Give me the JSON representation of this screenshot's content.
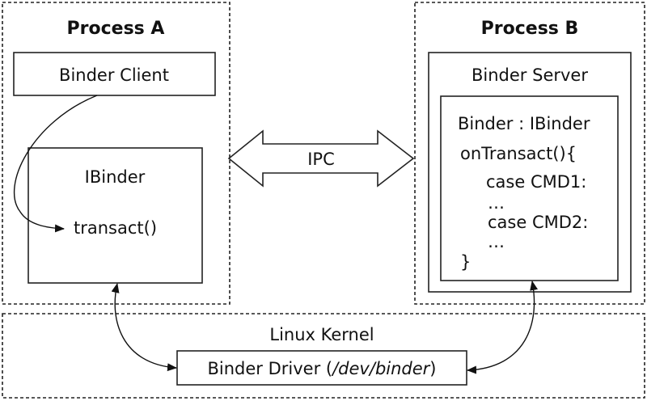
{
  "process_a": {
    "title": "Process A",
    "client_label": "Binder Client",
    "ibinder_label": "IBinder",
    "transact_label": "transact()"
  },
  "process_b": {
    "title": "Process B",
    "server_label": "Binder Server",
    "code_lines": [
      "Binder : IBinder",
      "onTransact(){",
      "case CMD1:",
      "…",
      "case CMD2:",
      "…",
      "}"
    ]
  },
  "ipc_label": "IPC",
  "kernel": {
    "label": "Linux Kernel",
    "driver_prefix": "Binder Driver (",
    "driver_path": "/dev/binder",
    "driver_suffix": ")"
  }
}
